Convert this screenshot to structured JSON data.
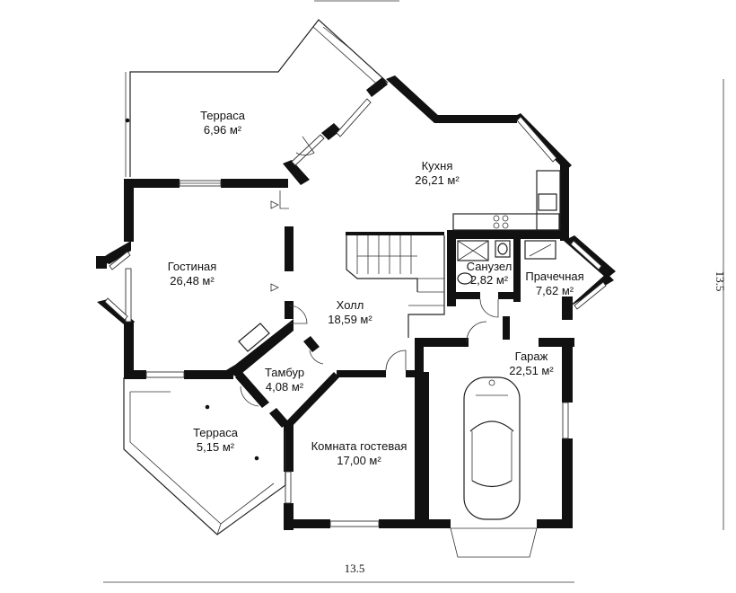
{
  "rooms": [
    {
      "id": "terrace-top",
      "name": "Терраса",
      "area": "6,96 м²"
    },
    {
      "id": "kitchen",
      "name": "Кухня",
      "area": "26,21 м²"
    },
    {
      "id": "living",
      "name": "Гостиная",
      "area": "26,48 м²"
    },
    {
      "id": "bathroom",
      "name": "Санузел",
      "area": "2,82 м²"
    },
    {
      "id": "laundry",
      "name": "Прачечная",
      "area": "7,62 м²"
    },
    {
      "id": "hall",
      "name": "Холл",
      "area": "18,59 м²"
    },
    {
      "id": "garage",
      "name": "Гараж",
      "area": "22,51 м²"
    },
    {
      "id": "vestibule",
      "name": "Тамбур",
      "area": "4,08 м²"
    },
    {
      "id": "terrace-bottom",
      "name": "Терраса",
      "area": "5,15 м²"
    },
    {
      "id": "guest-room",
      "name": "Комната гостевая",
      "area": "17,00 м²"
    }
  ],
  "dimensions": {
    "width_label": "13.5",
    "height_label": "13.5"
  },
  "colors": {
    "wall": "#111111",
    "line": "#222222",
    "background": "#ffffff"
  }
}
